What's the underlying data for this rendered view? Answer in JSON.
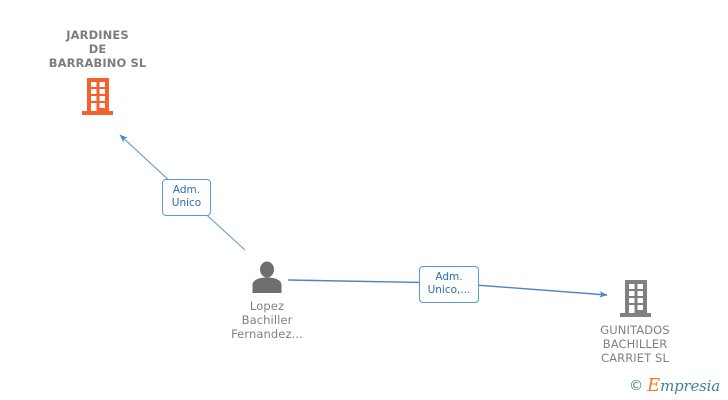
{
  "diagram": {
    "type": "relationship-graph",
    "background_color": "#ffffff",
    "nodes": [
      {
        "id": "jardines",
        "kind": "company",
        "icon": "building-icon",
        "icon_color": "#f4612c",
        "label": "JARDINES\nDE\nBARRABINO SL",
        "label_color": "#7d7d7d",
        "label_position": "above",
        "bold": true
      },
      {
        "id": "person",
        "kind": "person",
        "icon": "person-avatar-icon",
        "icon_color": "#6e6e6e",
        "label": "Lopez\nBachiller\nFernandez...",
        "label_color": "#808080",
        "label_position": "below",
        "bold": false
      },
      {
        "id": "gunitados",
        "kind": "company",
        "icon": "building-icon",
        "icon_color": "#808080",
        "label": "GUNITADOS\nBACHILLER\nCARRIET SL",
        "label_color": "#808080",
        "label_position": "below",
        "bold": false
      }
    ],
    "edges": [
      {
        "id": "edge-1",
        "from": "person",
        "to": "jardines",
        "label": "Adm.\nUnico",
        "color": "#5b9bd5",
        "arrow": "to"
      },
      {
        "id": "edge-2",
        "from": "person",
        "to": "gunitados",
        "label": "Adm.\nUnico,...",
        "color": "#4a86c8",
        "arrow": "to"
      }
    ],
    "edge_label_style": {
      "border_color": "#5b9bd5",
      "text_color": "#2f6db5",
      "background": "#fdfdfe"
    }
  },
  "watermark": {
    "copyright": "©",
    "brand_initial": "E",
    "brand_rest": "mpresia",
    "initial_color": "#f47b20",
    "text_color": "#46808f"
  }
}
